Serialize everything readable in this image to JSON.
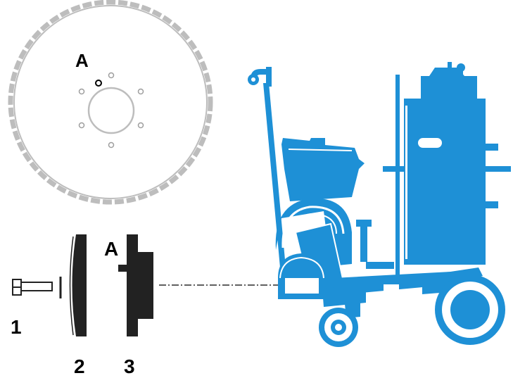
{
  "labels": {
    "blade_hole_marker": "A",
    "flange_marker": "A",
    "bolt_number": "1",
    "outer_flange_number": "2",
    "inner_flange_number": "3"
  },
  "colors": {
    "machine_blue": "#1E90D6",
    "blade_grey": "#BDBDBD",
    "part_dark": "#222222",
    "ink": "#000000"
  },
  "icons": {
    "machine": "floor-saw-machine-icon",
    "blade": "saw-blade-icon",
    "bolt": "hex-bolt-icon"
  }
}
